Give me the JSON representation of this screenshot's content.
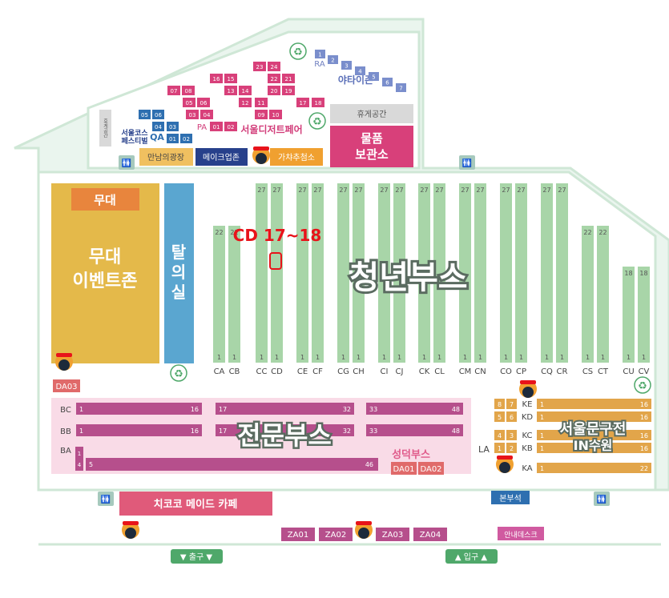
{
  "highlight": {
    "label": "CD 17~18"
  },
  "zones": {
    "stage": "무대",
    "stage_event": [
      "무대",
      "이벤트존"
    ],
    "changing_room": [
      "탈",
      "의",
      "실"
    ],
    "youth_booth": "청년부스",
    "pro_booth": "전문부스",
    "holy_booth": "성덕부스",
    "seoul_stationery": [
      "서울문구전",
      "IN수원"
    ],
    "cafe": "치코코 메이드 카페",
    "info_desk": "안내데스크",
    "hq": "본부석",
    "exit": "▼ 출구 ▼",
    "entrance": "▲ 입구 ▲",
    "rest_area_right": "휴게공간",
    "rest_area_left": "휴게공간",
    "storage": [
      "물품",
      "보관소"
    ],
    "meeting_square": "만남의광장",
    "makeup_zone": "메이크업존",
    "gacha": "가챠추첨소",
    "yatai": "야타이존",
    "seoul_dessert": "서울디저트페어",
    "seoul_comic": [
      "서울코스",
      "페스티벌"
    ]
  },
  "youth_rows": [
    {
      "l": "CA",
      "r": "CB",
      "top": "22",
      "bottom": "1"
    },
    {
      "l": "CC",
      "r": "CD",
      "top": "27",
      "bottom": "1"
    },
    {
      "l": "CE",
      "r": "CF",
      "top": "27",
      "bottom": "1"
    },
    {
      "l": "CG",
      "r": "CH",
      "top": "27",
      "bottom": "1"
    },
    {
      "l": "CI",
      "r": "CJ",
      "top": "27",
      "bottom": "1"
    },
    {
      "l": "CK",
      "r": "CL",
      "top": "27",
      "bottom": "1"
    },
    {
      "l": "CM",
      "r": "CN",
      "top": "27",
      "bottom": "1"
    },
    {
      "l": "CO",
      "r": "CP",
      "top": "27",
      "bottom": "1"
    },
    {
      "l": "CQ",
      "r": "CR",
      "top": "27",
      "bottom": "1"
    },
    {
      "l": "CS",
      "r": "CT",
      "top": "22",
      "bottom": "1"
    },
    {
      "l": "CU",
      "r": "CV",
      "top": "18",
      "bottom": "1"
    }
  ],
  "pro_rows": [
    {
      "label": "BC",
      "segments": [
        [
          "1",
          "16"
        ],
        [
          "17",
          "32"
        ],
        [
          "33",
          "48"
        ]
      ]
    },
    {
      "label": "BB",
      "segments": [
        [
          "1",
          "16"
        ],
        [
          "17",
          "32"
        ],
        [
          "33",
          "48"
        ]
      ]
    },
    {
      "label": "BA",
      "first": [
        "1",
        "4"
      ],
      "segments": [
        [
          "5",
          "46"
        ]
      ]
    }
  ],
  "holy_codes": [
    "DA01",
    "DA02"
  ],
  "dao_code": "DA03",
  "k_rows": [
    {
      "label": "KE",
      "a": "8",
      "b": "7",
      "start": "1",
      "end": "16"
    },
    {
      "label": "KD",
      "a": "5",
      "b": "6",
      "start": "1",
      "end": "16"
    },
    {
      "label": "KC",
      "a": "4",
      "b": "3",
      "start": "1",
      "end": "16"
    },
    {
      "label": "KB",
      "a": "1",
      "b": "2",
      "start": "1",
      "end": "16"
    },
    {
      "label": "KA",
      "start": "1",
      "end": "22"
    }
  ],
  "la_label": "LA",
  "za_codes": [
    "ZA01",
    "ZA02",
    "ZA03",
    "ZA04"
  ],
  "ra_label": "RA",
  "ra_numbers": [
    "1",
    "2",
    "3",
    "4",
    "5",
    "6",
    "7"
  ],
  "pa_label": "PA",
  "pa_numbers": [
    "01",
    "02",
    "03",
    "04",
    "05",
    "06",
    "07",
    "08",
    "09",
    "10",
    "11",
    "12",
    "13",
    "14",
    "15",
    "16",
    "17",
    "18",
    "19",
    "20",
    "21",
    "22",
    "23",
    "24"
  ],
  "qa_label": "QA",
  "qa_numbers": [
    "01",
    "02",
    "03",
    "04",
    "05",
    "06"
  ],
  "colors": {
    "green_booth": "#a8d5a8",
    "pink_booth": "#b64f8c",
    "orange_booth": "#e2a54a",
    "highlight": "#e8131a"
  },
  "icons": [
    "recycle-icon",
    "restroom-icon",
    "mascot-icon"
  ]
}
